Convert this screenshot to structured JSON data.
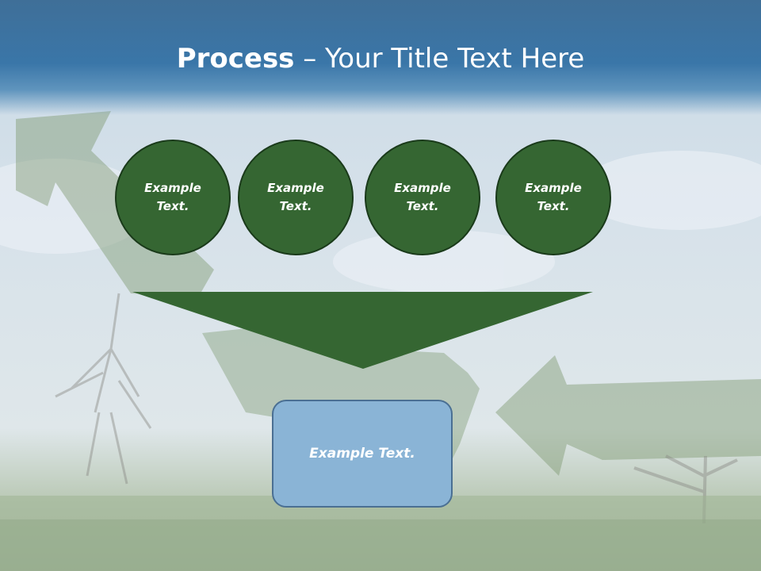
{
  "slide": {
    "title_bold": "Process",
    "title_rest": " – Your Title Text Here"
  },
  "steps": [
    {
      "label": "Example\nText."
    },
    {
      "label": "Example\nText."
    },
    {
      "label": "Example\nText."
    },
    {
      "label": "Example\nText."
    }
  ],
  "result": {
    "label": "Example Text."
  },
  "colors": {
    "title_band": "#3a76a8",
    "circle_fill": "#356632",
    "funnel_fill": "#356632",
    "result_fill": "#8ab4d6",
    "result_border": "#4a6f93"
  }
}
